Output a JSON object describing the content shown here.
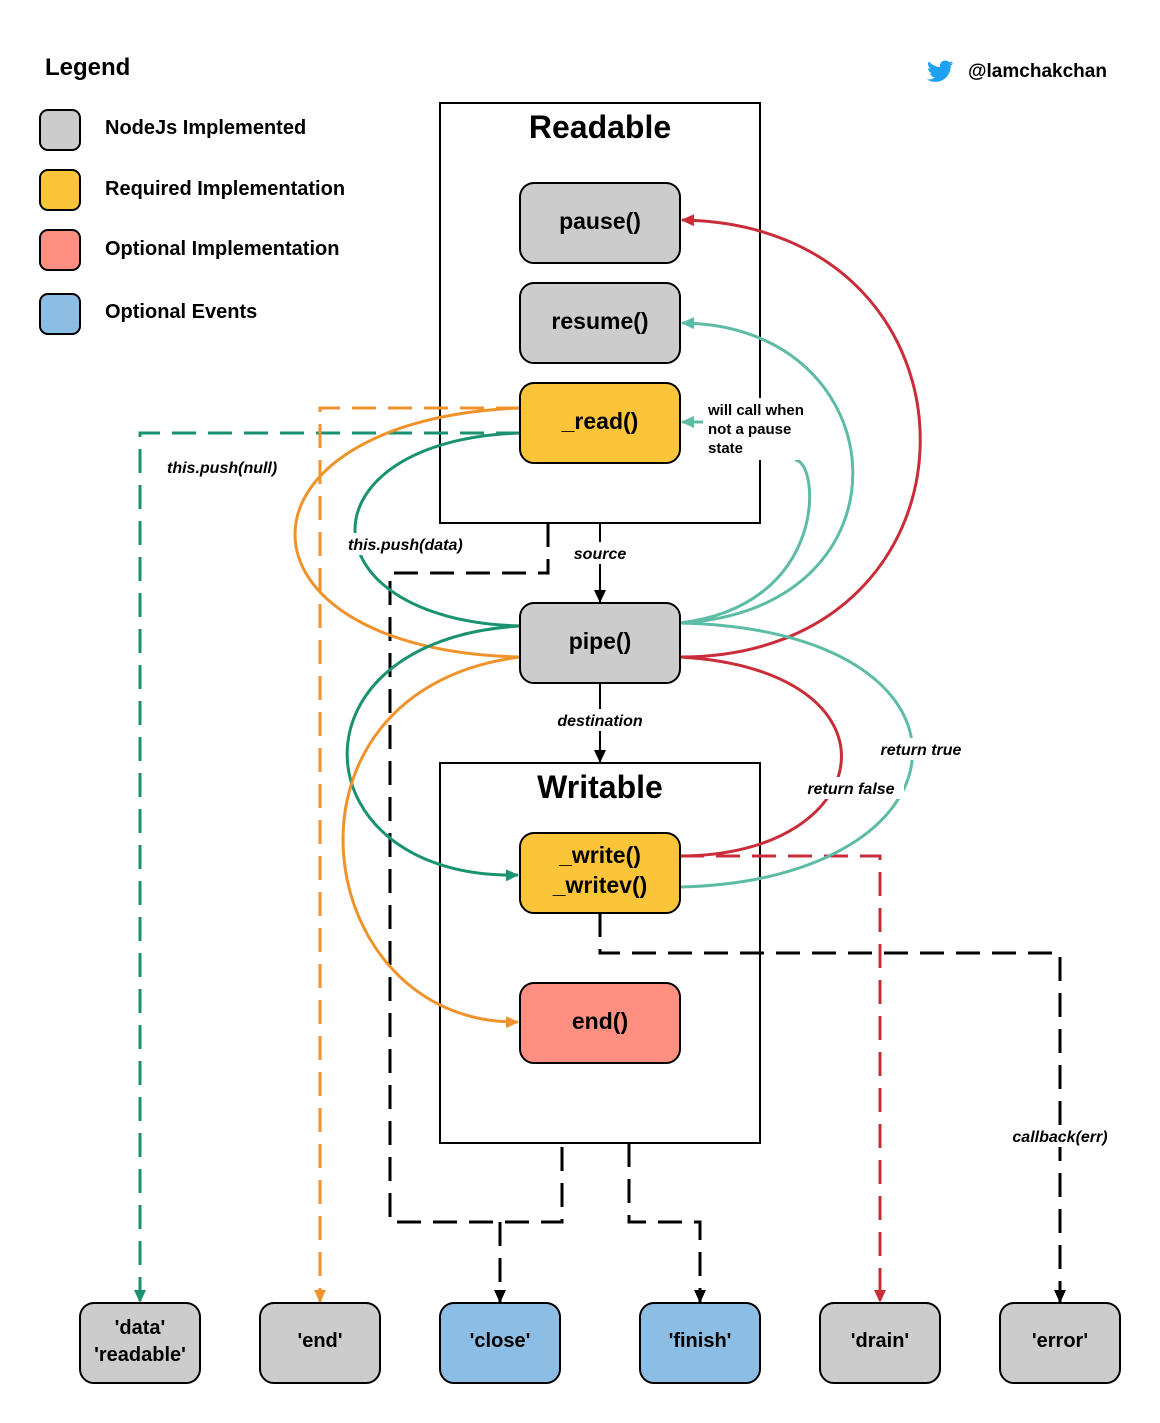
{
  "legend": {
    "title": "Legend",
    "items": [
      {
        "label": "NodeJs Implemented",
        "color": "#cccccc"
      },
      {
        "label": "Required Implementation",
        "color": "#fcc438"
      },
      {
        "label": "Optional Implementation",
        "color": "#ff8f80"
      },
      {
        "label": "Optional Events",
        "color": "#8bbde5"
      }
    ]
  },
  "credit": {
    "handle": "@lamchakchan",
    "icon": "twitter-bird-icon"
  },
  "readable": {
    "title": "Readable",
    "methods": {
      "pause": "pause()",
      "resume": "resume()",
      "read": "_read()"
    }
  },
  "pipe": {
    "label": "pipe()"
  },
  "writable": {
    "title": "Writable",
    "write_line1": "_write()",
    "write_line2": "_writev()",
    "end": "end()"
  },
  "labels": {
    "push_null": "this.push(null)",
    "push_data": "this.push(data)",
    "source": "source",
    "destination": "destination",
    "will_call_1": "will call when",
    "will_call_2": "not a pause",
    "will_call_3": "state",
    "return_true": "return true",
    "return_false": "return false",
    "callback_err": "callback(err)"
  },
  "events": [
    {
      "lines": [
        "'data'",
        "'readable'"
      ],
      "color": "#cccccc"
    },
    {
      "lines": [
        "'end'"
      ],
      "color": "#cccccc"
    },
    {
      "lines": [
        "'close'"
      ],
      "color": "#8bbde5"
    },
    {
      "lines": [
        "'finish'"
      ],
      "color": "#8bbde5"
    },
    {
      "lines": [
        "'drain'"
      ],
      "color": "#cccccc"
    },
    {
      "lines": [
        "'error'"
      ],
      "color": "#cccccc"
    }
  ],
  "colors": {
    "gray": "#cccccc",
    "yellow": "#fcc438",
    "salmon": "#ff8f80",
    "blue": "#8bbde5",
    "red": "#c92d39",
    "teal_light": "#5cbca5",
    "teal_dark": "#1a9170",
    "orange": "#ef922a",
    "black": "#000000"
  }
}
